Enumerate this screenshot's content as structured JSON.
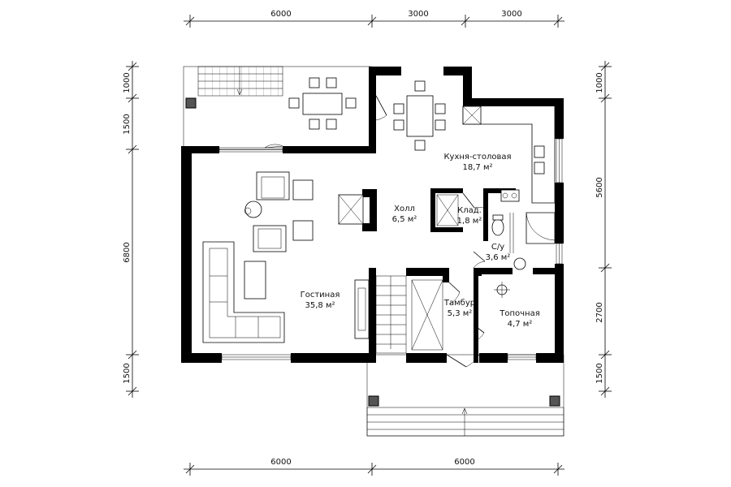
{
  "dimensions": {
    "top": [
      "6000",
      "3000",
      "3000"
    ],
    "bottom": [
      "6000",
      "6000"
    ],
    "left": [
      "1000",
      "1500",
      "6800",
      "1500"
    ],
    "right": [
      "1000",
      "5600",
      "2700",
      "1500"
    ]
  },
  "rooms": [
    {
      "name": "Кухня-столовая",
      "area": "18,7 м²"
    },
    {
      "name": "Холл",
      "area": "6,5 м²"
    },
    {
      "name": "Клад.",
      "area": "1,8 м²"
    },
    {
      "name": "С/у",
      "area": "3,6 м²"
    },
    {
      "name": "Гостиная",
      "area": "35,8 м²"
    },
    {
      "name": "Тамбур",
      "area": "5,3 м²"
    },
    {
      "name": "Топочная",
      "area": "4,7 м²"
    }
  ]
}
